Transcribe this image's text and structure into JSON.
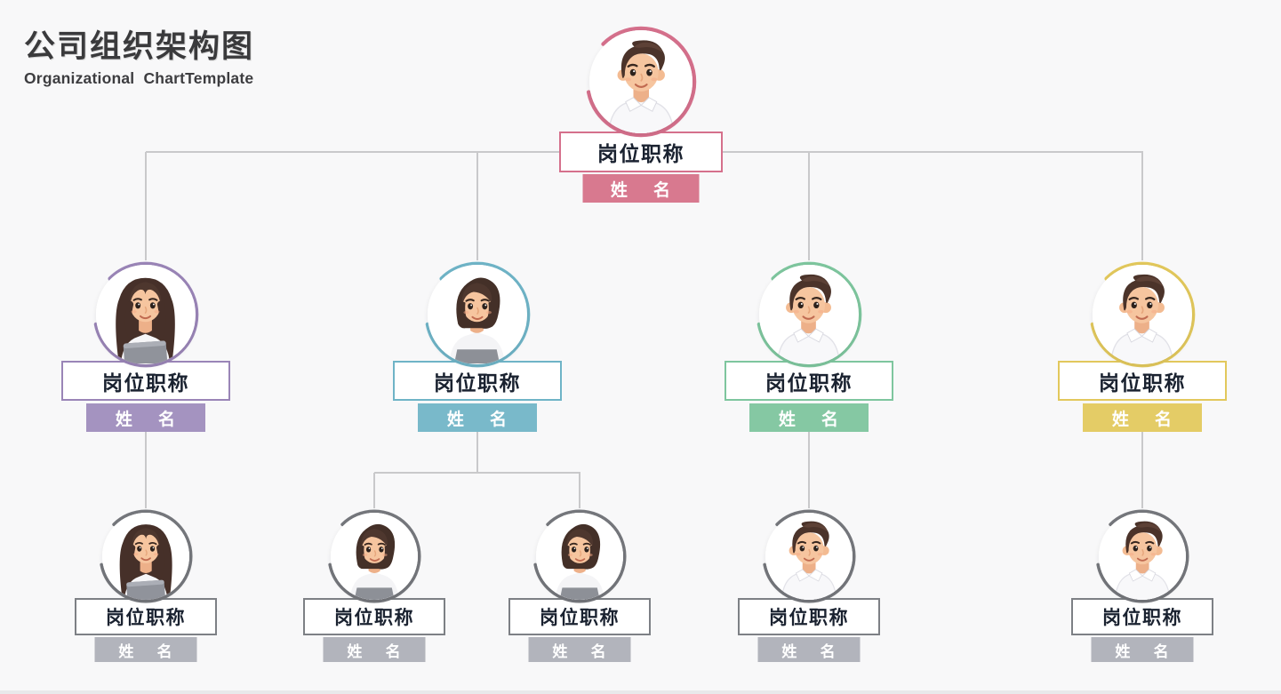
{
  "header": {
    "title": "公司组织架构图",
    "subtitle": "Organizational  ChartTemplate"
  },
  "labels": {
    "position_title": "岗位职称",
    "person_name": "姓 名"
  },
  "colors": {
    "background": "#f8f8f9",
    "connector": "#c9c9cb",
    "box_text": "#1a2230",
    "name_text": "#ffffff",
    "root_pink": "#d5708c",
    "dept_purple": "#9a85b7",
    "dept_teal": "#6fb4c7",
    "dept_green": "#7ec69e",
    "dept_yellow": "#e2c85c",
    "sub_gray_border": "#7d8085",
    "sub_gray_fill": "#b2b4bc",
    "sub_gray_ring": "#75777c"
  },
  "nodes": [
    {
      "id": "root",
      "level": 1,
      "parent": null,
      "title": "岗位职称",
      "name": "姓 名",
      "border": "#d5708c",
      "fill": "#d8798f",
      "ring": "#d5708c",
      "avatar": "male"
    },
    {
      "id": "dept-1",
      "level": 2,
      "parent": "root",
      "title": "岗位职称",
      "name": "姓 名",
      "border": "#9a85b7",
      "fill": "#a493c0",
      "ring": "#9a85b7",
      "avatar": "female-long"
    },
    {
      "id": "dept-2",
      "level": 2,
      "parent": "root",
      "title": "岗位职称",
      "name": "姓 名",
      "border": "#6fb4c7",
      "fill": "#79b9ca",
      "ring": "#6fb4c7",
      "avatar": "female-bob"
    },
    {
      "id": "dept-3",
      "level": 2,
      "parent": "root",
      "title": "岗位职称",
      "name": "姓 名",
      "border": "#7ec69e",
      "fill": "#85c8a3",
      "ring": "#7ec69e",
      "avatar": "male"
    },
    {
      "id": "dept-4",
      "level": 2,
      "parent": "root",
      "title": "岗位职称",
      "name": "姓 名",
      "border": "#e2c85c",
      "fill": "#e4cc66",
      "ring": "#e2c85c",
      "avatar": "male"
    },
    {
      "id": "sub-1",
      "level": 3,
      "parent": "dept-1",
      "title": "岗位职称",
      "name": "姓 名",
      "border": "#7d8085",
      "fill": "#b2b4bc",
      "ring": "#75777c",
      "avatar": "female-long"
    },
    {
      "id": "sub-2",
      "level": 3,
      "parent": "dept-2",
      "title": "岗位职称",
      "name": "姓 名",
      "border": "#7d8085",
      "fill": "#b2b4bc",
      "ring": "#75777c",
      "avatar": "female-bob"
    },
    {
      "id": "sub-3",
      "level": 3,
      "parent": "dept-2",
      "title": "岗位职称",
      "name": "姓 名",
      "border": "#7d8085",
      "fill": "#b2b4bc",
      "ring": "#75777c",
      "avatar": "female-bob"
    },
    {
      "id": "sub-4",
      "level": 3,
      "parent": "dept-3",
      "title": "岗位职称",
      "name": "姓 名",
      "border": "#7d8085",
      "fill": "#b2b4bc",
      "ring": "#75777c",
      "avatar": "male"
    },
    {
      "id": "sub-5",
      "level": 3,
      "parent": "dept-4",
      "title": "岗位职称",
      "name": "姓 名",
      "border": "#7d8085",
      "fill": "#b2b4bc",
      "ring": "#75777c",
      "avatar": "male"
    }
  ]
}
